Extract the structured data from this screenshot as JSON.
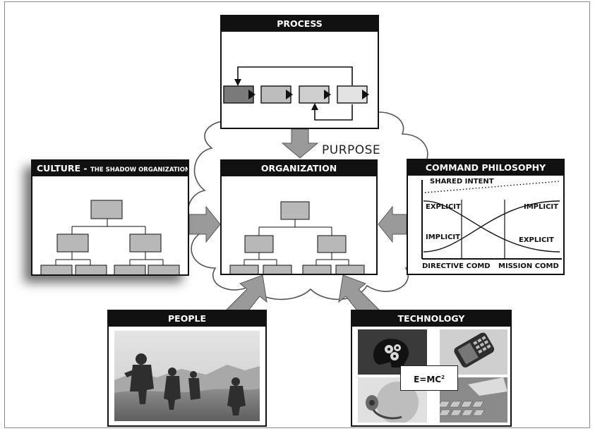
{
  "labels": {
    "purpose": "PURPOSE"
  },
  "panels": {
    "process": {
      "title": "PROCESS"
    },
    "organization": {
      "title": "ORGANIZATION"
    },
    "culture": {
      "title": "CULTURE",
      "separator": " - ",
      "subtitle": "THE SHADOW ORGANIZATION"
    },
    "command_philosophy": {
      "title": "COMMAND PHILOSOPHY",
      "shared_intent": "SHARED INTENT",
      "explicit_left": "EXPLICIT",
      "implicit_left": "IMPLICIT",
      "implicit_right": "IMPLICIT",
      "explicit_right": "EXPLICIT",
      "x_label_left": "DIRECTIVE COMD",
      "x_label_right": "MISSION COMD"
    },
    "people": {
      "title": "PEOPLE"
    },
    "technology": {
      "title": "TECHNOLOGY",
      "formula": "E=MC",
      "formula_superscript": "2"
    }
  },
  "colors": {
    "cloud": "#ffffff",
    "arrow": "#9a9a9a",
    "box_fill": "#b8b8b8",
    "title_bar": "#111111"
  }
}
